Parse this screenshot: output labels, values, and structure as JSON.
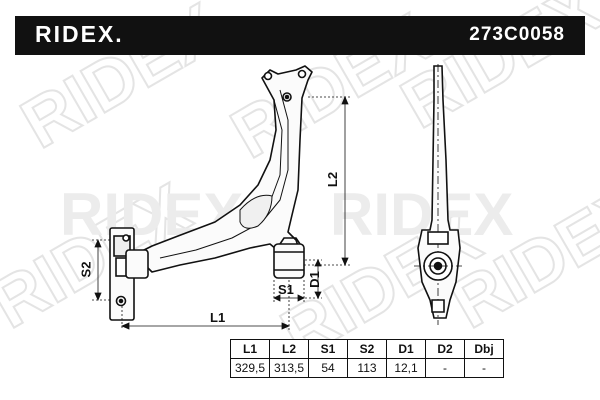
{
  "header": {
    "brand": "RIDEX.",
    "part_number": "273C0058"
  },
  "watermark_text": "RIDEX",
  "dimensions": {
    "l1": "L1",
    "l2": "L2",
    "s1": "S1",
    "s2": "S2",
    "d1": "D1"
  },
  "spec_table": {
    "headers": [
      "L1",
      "L2",
      "S1",
      "S2",
      "D1",
      "D2",
      "Dbj"
    ],
    "values": [
      "329,5",
      "313,5",
      "54",
      "113",
      "12,1",
      "-",
      "-"
    ]
  }
}
